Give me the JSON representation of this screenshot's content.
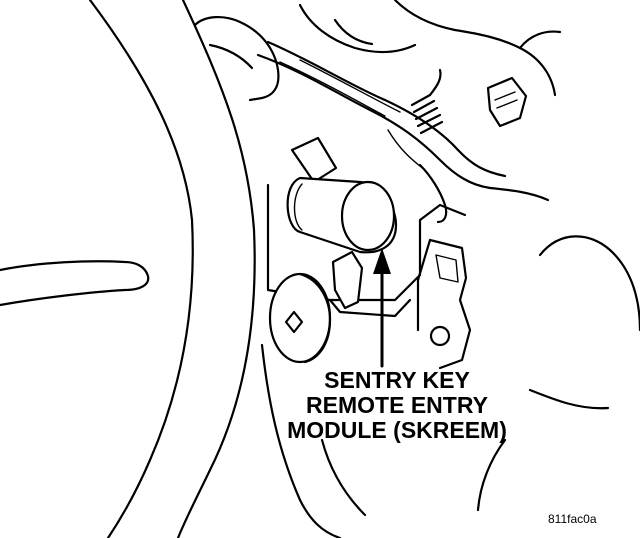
{
  "callout": {
    "lines": [
      "SENTRY KEY",
      "REMOTE ENTRY",
      "MODULE (SKREEM)"
    ]
  },
  "figure_id": "811fac0a"
}
